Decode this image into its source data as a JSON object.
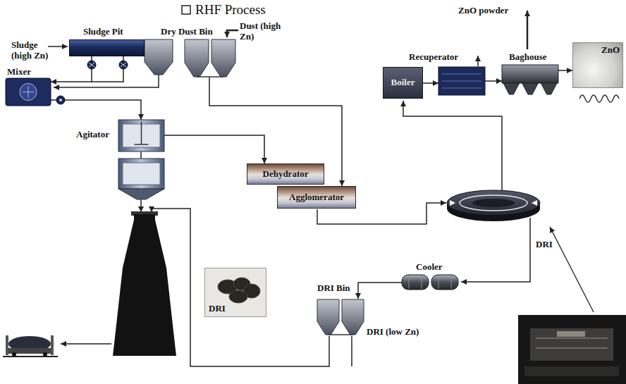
{
  "diagram": {
    "title": "RHF Process",
    "nodes": [
      {
        "text": [
          "Sludge Pit"
        ]
      },
      {
        "text": [
          "Dry Dust Bin"
        ]
      },
      {
        "text": [
          "Mixer"
        ]
      },
      {
        "text": [
          "Agitator"
        ]
      },
      {
        "text": [
          "Dehydrator"
        ]
      },
      {
        "text": [
          "Agglomerator"
        ]
      },
      {
        "text": [
          "Boiler"
        ]
      },
      {
        "text": [
          "Recuperator"
        ]
      },
      {
        "text": [
          "Baghouse"
        ]
      },
      {
        "text": [
          "ZnO"
        ]
      },
      {
        "text": [
          "Cooler"
        ]
      },
      {
        "text": [
          "DRI Bin",
          "DRI (low Zn)"
        ]
      },
      {
        "text": [
          "DRI"
        ]
      }
    ],
    "edges": [
      {
        "from": 0,
        "to": 2,
        "arrow": "to"
      },
      {
        "from": 1,
        "to": 5,
        "arrow": "to"
      },
      {
        "from": 2,
        "to": 3,
        "arrow": "to"
      },
      {
        "from": 3,
        "to": 4,
        "arrow": "to"
      },
      {
        "from": 6,
        "to": 7,
        "arrow": "to"
      },
      {
        "from": 7,
        "to": 8,
        "arrow": "to"
      },
      {
        "from": 8,
        "to": 9,
        "arrow": "to"
      },
      {
        "from": 10,
        "to": 11,
        "arrow": "to"
      }
    ],
    "labels": [
      "Sludge (high Zn)",
      "Dust (high Zn)",
      "ZnO powder",
      "DRI"
    ]
  }
}
